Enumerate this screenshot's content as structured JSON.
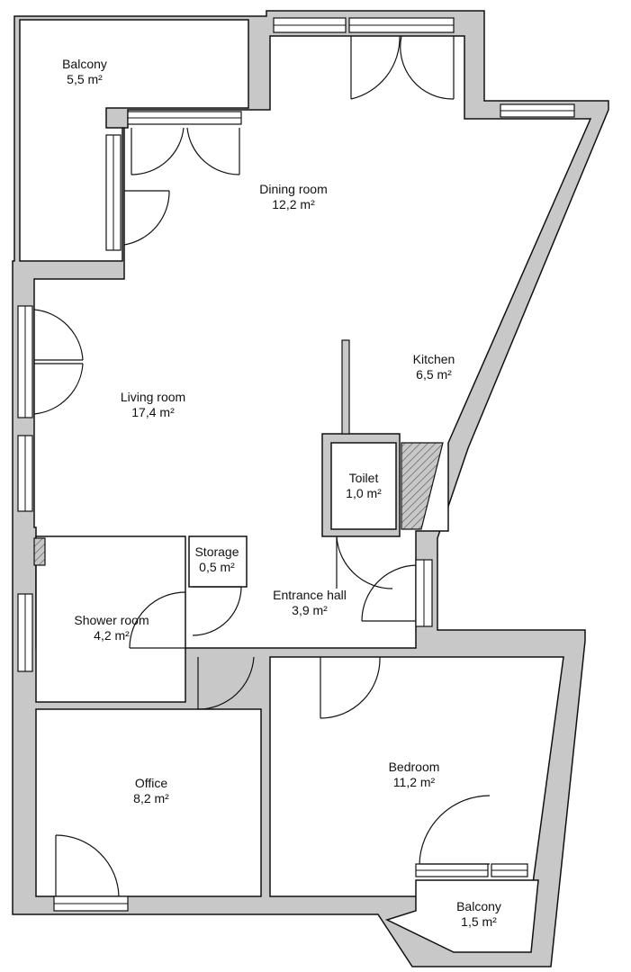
{
  "area_unit": "m²",
  "colors": {
    "wall": "#c8c8c8",
    "wall_outline": "#111111",
    "floor": "#ffffff",
    "hatch": "#999999"
  },
  "rooms": [
    {
      "key": "balcony_top",
      "name": "Balcony",
      "area": "5,5 m²"
    },
    {
      "key": "dining",
      "name": "Dining room",
      "area": "12,2 m²"
    },
    {
      "key": "kitchen",
      "name": "Kitchen",
      "area": "6,5 m²"
    },
    {
      "key": "living",
      "name": "Living room",
      "area": "17,4 m²"
    },
    {
      "key": "toilet",
      "name": "Toilet",
      "area": "1,0 m²"
    },
    {
      "key": "storage",
      "name": "Storage",
      "area": "0,5 m²"
    },
    {
      "key": "hall",
      "name": "Entrance hall",
      "area": "3,9 m²"
    },
    {
      "key": "shower",
      "name": "Shower room",
      "area": "4,2 m²"
    },
    {
      "key": "office",
      "name": "Office",
      "area": "8,2 m²"
    },
    {
      "key": "bedroom",
      "name": "Bedroom",
      "area": "11,2 m²"
    },
    {
      "key": "balcony_bottom",
      "name": "Balcony",
      "area": "1,5 m²"
    }
  ]
}
